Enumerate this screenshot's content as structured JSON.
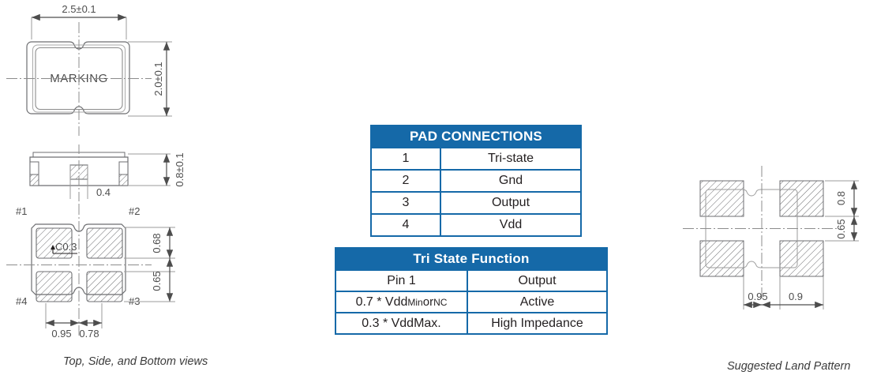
{
  "drawings": {
    "left": {
      "caption": "Top, Side, and  Bottom views",
      "top_view": {
        "marking_label": "MARKING",
        "width_dim": "2.5±0.1",
        "height_dim": "2.0±0.1"
      },
      "side_view": {
        "height_dim": "0.8±0.1",
        "center_dim": "0.4",
        "pin_left": "#1",
        "pin_right": "#2"
      },
      "bottom_view": {
        "chamfer_note": "C0.3",
        "pins": [
          "#1",
          "#2",
          "#3",
          "#4"
        ],
        "dim_pad_height": "0.68",
        "dim_pad_pitch_y": "0.65",
        "dim_x1": "0.95",
        "dim_x2": "0.78"
      }
    },
    "right": {
      "caption": "Suggested Land Pattern",
      "land_pattern": {
        "dim_pad_height": "0.8",
        "dim_pad_pitch_y": "0.65",
        "dim_x1": "0.95",
        "dim_x2": "0.9"
      }
    }
  },
  "pad_connections_table": {
    "title": "PAD CONNECTIONS",
    "rows": [
      {
        "pin": "1",
        "function": "Tri-state"
      },
      {
        "pin": "2",
        "function": "Gnd"
      },
      {
        "pin": "3",
        "function": "Output"
      },
      {
        "pin": "4",
        "function": "Vdd"
      }
    ]
  },
  "tri_state_table": {
    "title": "Tri State Function",
    "header": {
      "left": "Pin 1",
      "right": "Output"
    },
    "rows": [
      {
        "condition_main": "0.7 * Vdd",
        "condition_small1": "Min",
        "condition_mid": "or",
        "condition_small2": "NC",
        "result": "Active"
      },
      {
        "condition_main": "0.3 * Vdd",
        "condition_tail": "Max.",
        "result": "High Impedance"
      }
    ]
  },
  "colors": {
    "table_blue": "#1569a8",
    "text_dark": "#231f20",
    "line_gray": "#6d6e71"
  }
}
